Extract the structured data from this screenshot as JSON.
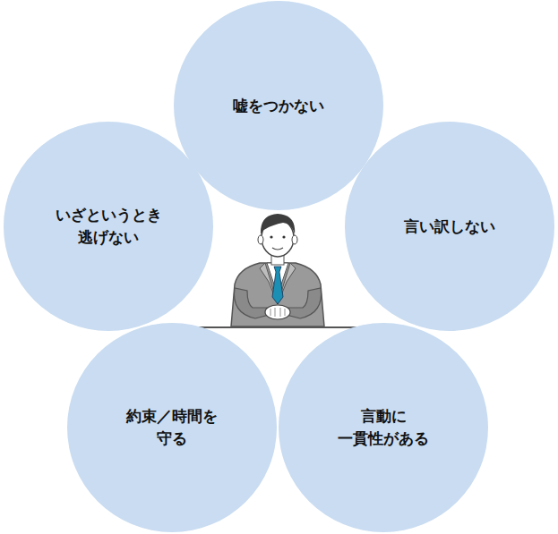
{
  "diagram": {
    "nodes": [
      {
        "text": [
          "嘘をつかない"
        ]
      },
      {
        "text": [
          "いざというとき 逃げない"
        ]
      },
      {
        "text": [
          "言い訳しない"
        ]
      },
      {
        "text": [
          "約束／時間を 守る"
        ]
      },
      {
        "text": [
          "言動に 一貫性がある"
        ]
      }
    ]
  }
}
